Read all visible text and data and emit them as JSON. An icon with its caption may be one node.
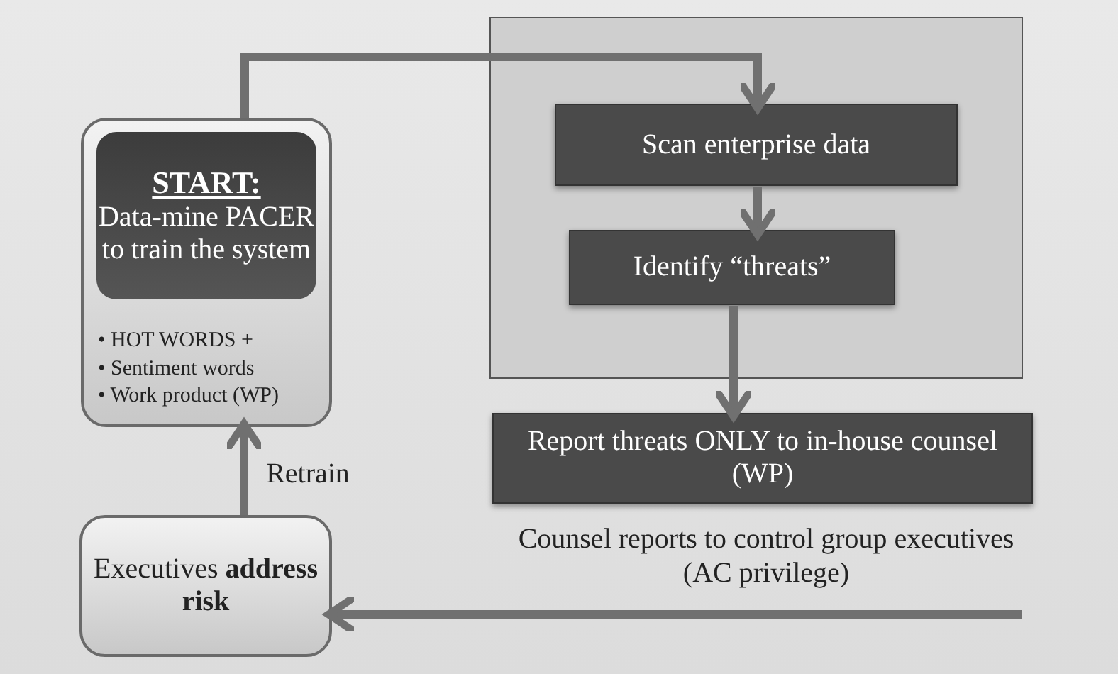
{
  "diagram": {
    "nodes": [
      {
        "text": [
          "• HOT WORDS +",
          "• Sentiment words",
          "• Work product (WP)"
        ]
      },
      {
        "text": [
          "START:",
          "Data-mine PACER to train the system"
        ],
        "in": 0
      },
      {
        "text": [],
        "shape": "box"
      },
      {
        "text": [
          "Scan enterprise data"
        ],
        "in": 2
      },
      {
        "text": [
          "Identify “threats”"
        ],
        "in": 2
      },
      {
        "text": [
          "Report threats ONLY to in-house counsel (WP)"
        ]
      },
      {
        "text": [
          "Executives **address risk**"
        ]
      }
    ],
    "edges": [
      {
        "from": 0,
        "to": 3,
        "arrow": "to"
      },
      {
        "from": 3,
        "to": 4,
        "arrow": "to"
      },
      {
        "from": 4,
        "to": 5,
        "arrow": "to"
      },
      {
        "from": 6,
        "to": 0,
        "arrow": "to",
        "label": "Retrain"
      },
      {
        "from": null,
        "to": 6,
        "arrow": "to",
        "label": "Counsel reports to control group executives (AC privilege)"
      }
    ]
  }
}
